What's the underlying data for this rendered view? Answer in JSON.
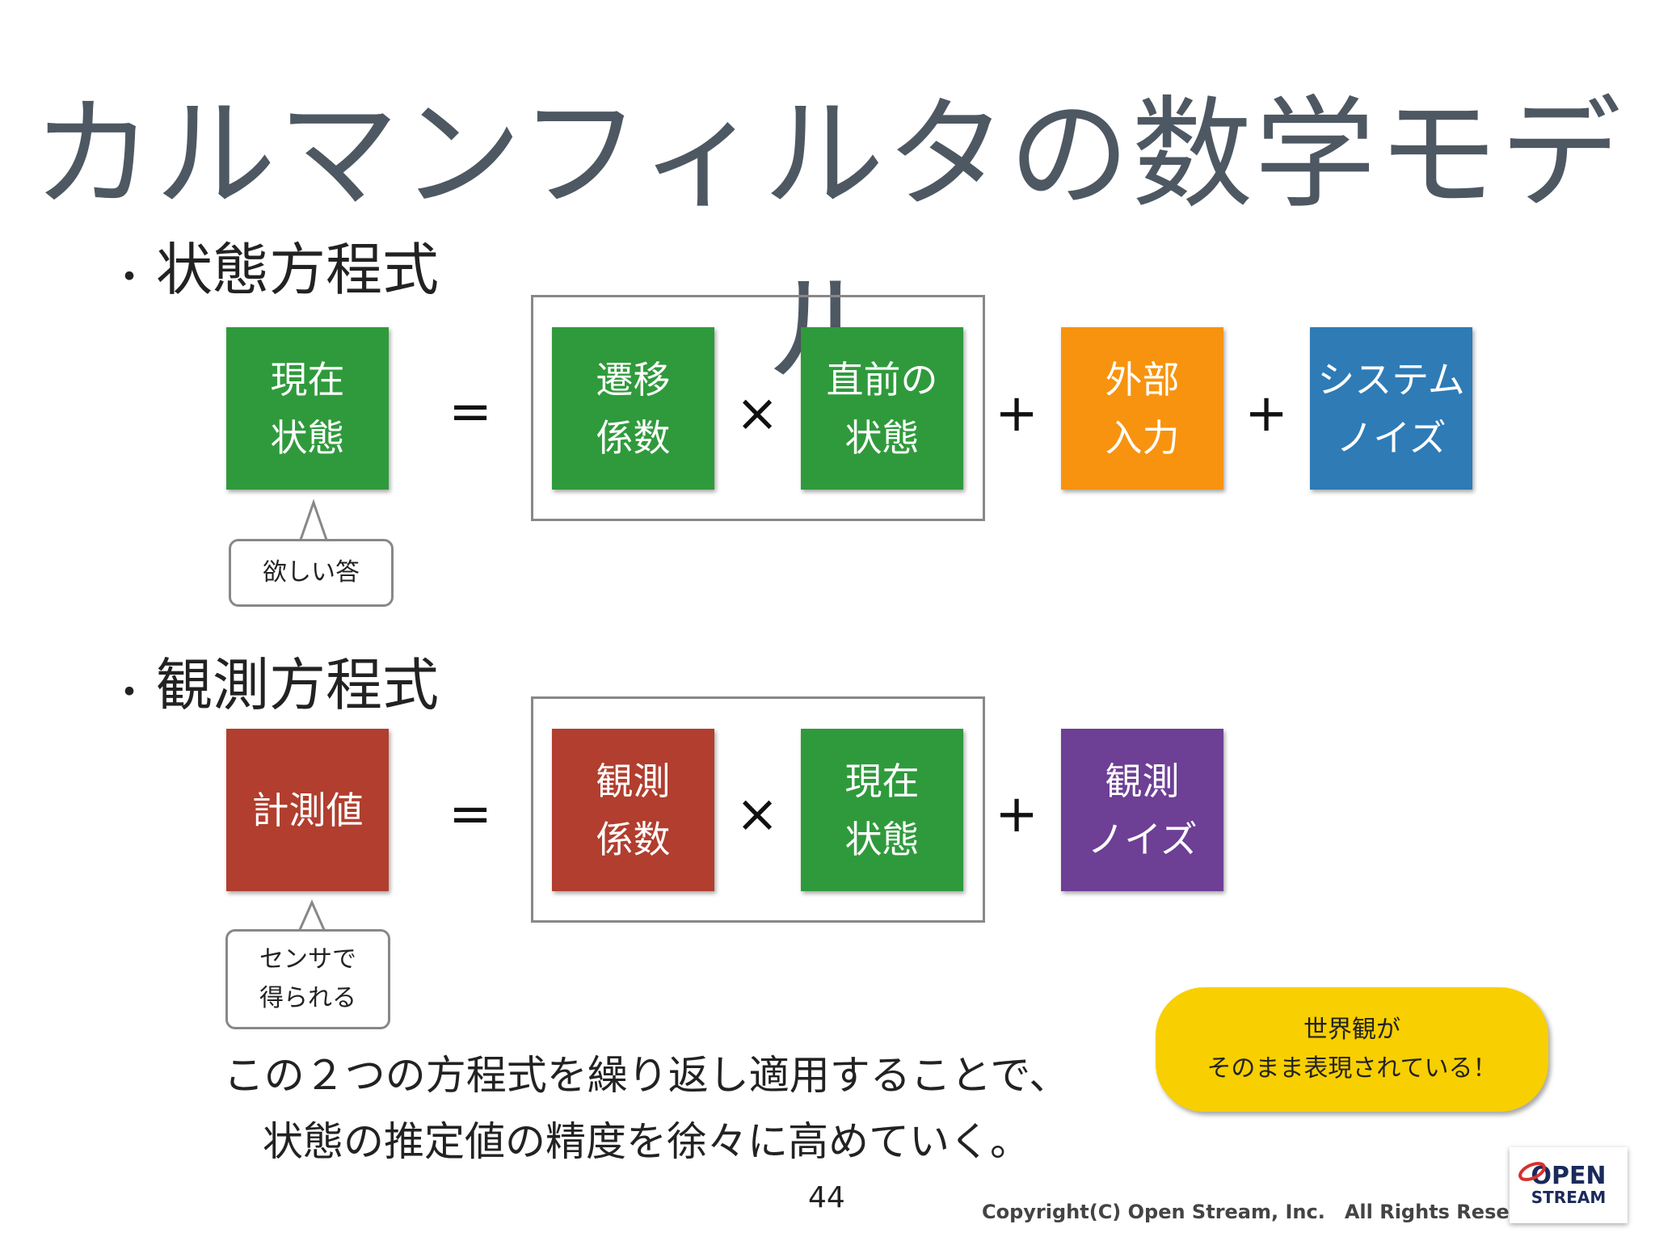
{
  "title": "カルマンフィルタの数学モデル",
  "state_section": {
    "bullet": "・",
    "heading": "状態方程式",
    "lhs": {
      "line1": "現在",
      "line2": "状態",
      "color": "#2f9a3c"
    },
    "equals": "=",
    "term1": {
      "line1": "遷移",
      "line2": "係数",
      "color": "#2f9a3c"
    },
    "times": "×",
    "term2": {
      "line1": "直前の",
      "line2": "状態",
      "color": "#2f9a3c"
    },
    "plus1": "+",
    "term3": {
      "line1": "外部",
      "line2": "入力",
      "color": "#f7930f"
    },
    "plus2": "+",
    "term4": {
      "line1": "システム",
      "line2": "ノイズ",
      "color": "#2e7bb6"
    },
    "callout": "欲しい答"
  },
  "observation_section": {
    "bullet": "・",
    "heading": "観測方程式",
    "lhs": {
      "line1": "計測値",
      "color": "#b13e2e"
    },
    "equals": "=",
    "term1": {
      "line1": "観測",
      "line2": "係数",
      "color": "#b13e2e"
    },
    "times": "×",
    "term2": {
      "line1": "現在",
      "line2": "状態",
      "color": "#2f9a3c"
    },
    "plus": "+",
    "term3": {
      "line1": "観測",
      "line2": "ノイズ",
      "color": "#6d3f95"
    },
    "callout": {
      "line1": "センサで",
      "line2": "得られる"
    }
  },
  "bottom_text": {
    "line1": "この２つの方程式を繰り返し適用することで、",
    "line2": "状態の推定値の精度を徐々に高めていく。"
  },
  "badge": {
    "line1": "世界観が",
    "line2": "そのまま表現されている！",
    "color": "#f8cf00"
  },
  "page_number": "44",
  "copyright": "Copyright(C) Open Stream, Inc.　All Rights Reserved.",
  "logo": {
    "line1": "OPEN",
    "line2": "STREAM"
  }
}
